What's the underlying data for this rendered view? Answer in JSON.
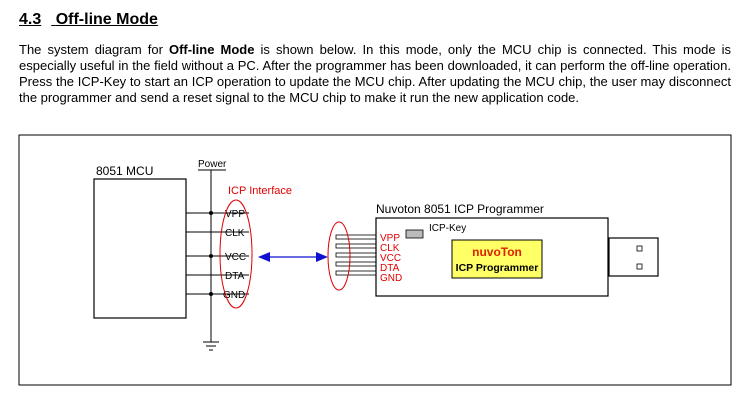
{
  "section": {
    "number": "4.3",
    "title": "Off-line Mode"
  },
  "paragraph": {
    "part1": "The system diagram for ",
    "bold": "Off-line Mode",
    "part2": " is shown below. In this mode, only the MCU chip is connected. This mode is especially useful in the field without a PC. After the programmer has been downloaded, it can perform the off-line operation. Press the ICP-Key to start an ICP operation to update the MCU chip. After updating the MCU chip, the user may disconnect the programmer and send a reset signal to the MCU chip to make it run the new application code."
  },
  "diagram": {
    "mcu_label": "8051 MCU",
    "power_label": "Power",
    "icp_interface_label": "ICP Interface",
    "pins": [
      "VPP",
      "CLK",
      "VCC",
      "DTA",
      "GND"
    ],
    "programmer_title": "Nuvoton 8051 ICP Programmer",
    "icp_key_label": "ICP-Key",
    "logo_text": "nuvoTon",
    "logo_subtext": "ICP Programmer",
    "colors": {
      "interface_red": "#e00000",
      "arrow_blue": "#1010d0",
      "logo_bg": "#ffff66",
      "logo_red": "#e02000"
    }
  }
}
